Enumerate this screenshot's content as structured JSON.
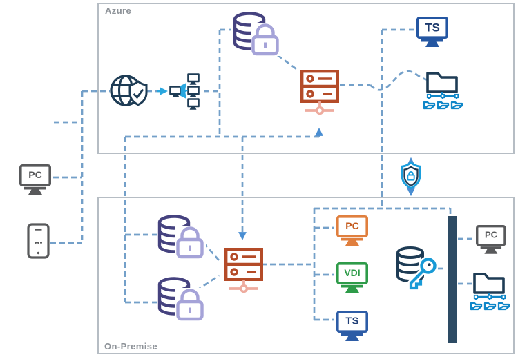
{
  "zones": {
    "azure": {
      "label": "Azure"
    },
    "onprem": {
      "label": "On-Premise"
    }
  },
  "labels": {
    "left_pc": "PC",
    "azure_ts": "TS",
    "onprem_pc": "PC",
    "onprem_vdi": "VDI",
    "onprem_ts": "TS",
    "right_pc": "PC"
  },
  "icons": [
    "globe-shield-icon",
    "load-balancer-icon",
    "database-lock-icon",
    "server-icon",
    "folder-network-icon",
    "secure-sync-shield-icon",
    "pc-monitor-icon",
    "smartphone-icon",
    "database-key-icon",
    "firewall-bar"
  ],
  "colors": {
    "dashed_line": "#74a0c9",
    "arrow_blue": "#4a8ed2",
    "arrow_cyan": "#29a7df",
    "navy": "#1e3c55",
    "database_purple": "#45427f",
    "lock_lilac": "#a5a3d8",
    "server_orange": "#b44b28",
    "server_salmon": "#eeab9e",
    "folder_cyan": "#0e86c8",
    "monitor_orange": "#e07f3e",
    "monitor_green": "#2e9b49",
    "monitor_blue": "#2d5ca6",
    "monitor_gray": "#58595b",
    "firewall_bar": "#2d4b64",
    "zone_border": "#b6bdc4",
    "zone_label": "#8d9298"
  }
}
